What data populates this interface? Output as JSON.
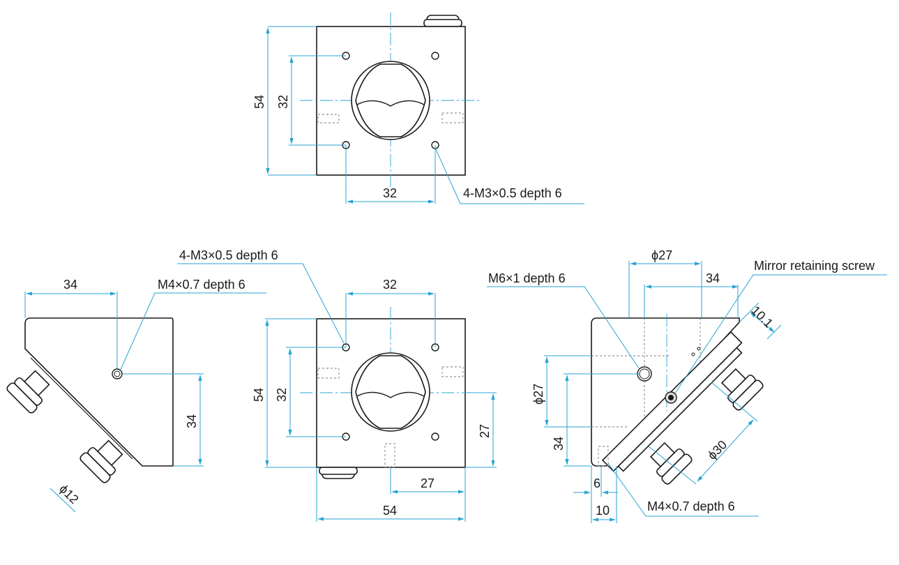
{
  "colors": {
    "dimension": "#29a3d6",
    "outline": "#1a1a1a",
    "body_fill": "#f4f4f4"
  },
  "top_view": {
    "height_dim": "54",
    "hole_pitch_v": "32",
    "hole_pitch_h": "32",
    "tap_note": "4-M3×0.5 depth 6"
  },
  "side_left": {
    "width_dim": "34",
    "height_dim": "34",
    "knob_dia": "ϕ12",
    "tap_note": "M4×0.7 depth 6"
  },
  "front_view": {
    "tap_note": "4-M3×0.5 depth 6",
    "hole_pitch_h": "32",
    "height_dim": "54",
    "hole_pitch_v": "32",
    "center_height": "27",
    "center_offset": "27",
    "width_dim": "54"
  },
  "side_right": {
    "mirror_dia": "ϕ27",
    "depth_dim": "34",
    "thread_note": "M6×1 depth 6",
    "retaining_note": "Mirror retaining screw",
    "thickness_dim": "10.1",
    "aperture_dia": "ϕ27",
    "base_height": "34",
    "mount_dia": "ϕ30",
    "offset_6": "6",
    "offset_10": "10",
    "bottom_tap_note": "M4×0.7 depth 6"
  }
}
